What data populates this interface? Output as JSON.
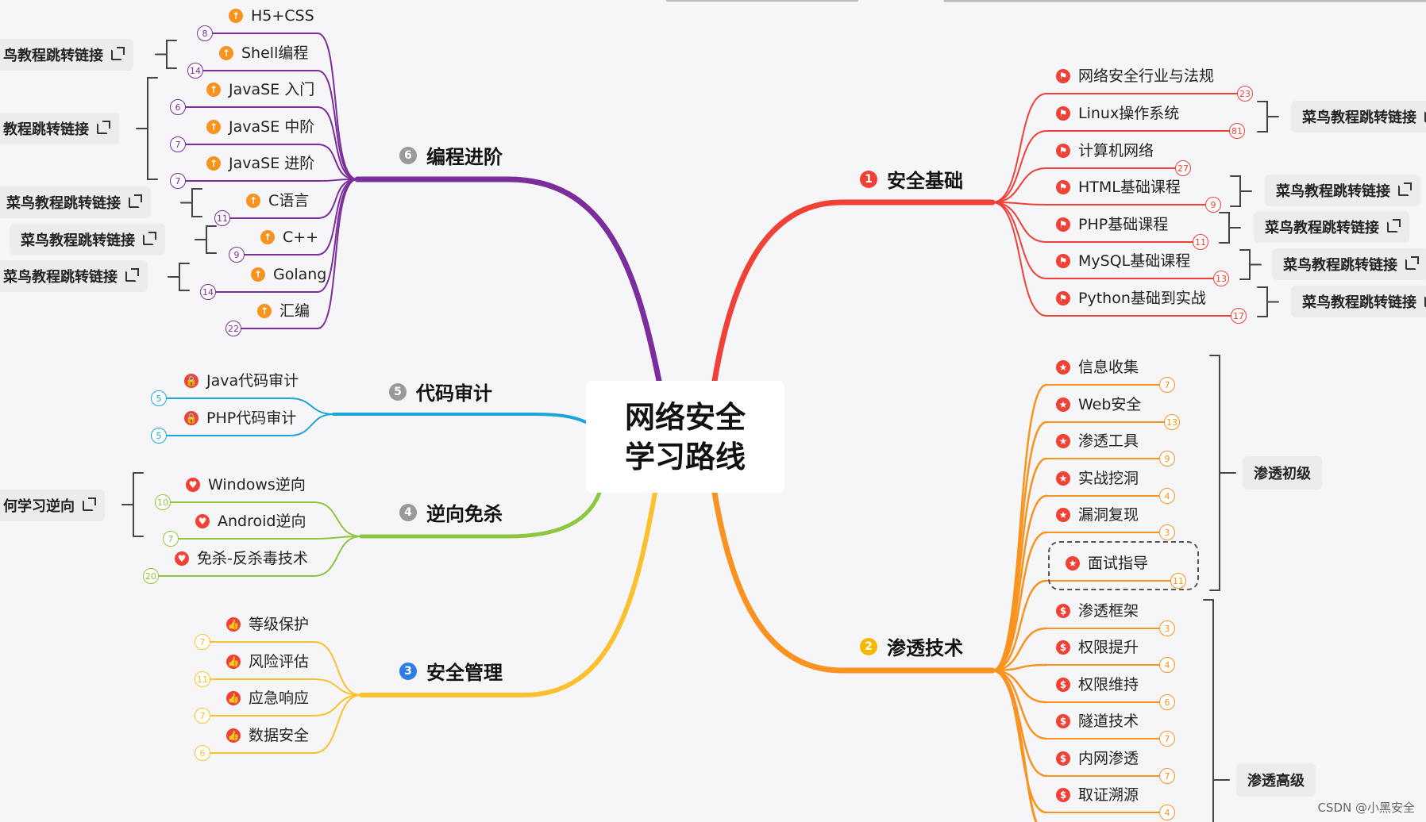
{
  "center": {
    "line1": "网络安全",
    "line2": "学习路线"
  },
  "branches": {
    "b1": {
      "num": "1",
      "title": "安全基础",
      "color": "#ef4136"
    },
    "b2": {
      "num": "2",
      "title": "渗透技术",
      "color": "#f7931e"
    },
    "b3": {
      "num": "3",
      "title": "安全管理",
      "color": "#2b7de9"
    },
    "b4": {
      "num": "4",
      "title": "逆向免杀",
      "color": "#8dc63f"
    },
    "b5": {
      "num": "5",
      "title": "代码审计",
      "color": "#999999"
    },
    "b6": {
      "num": "6",
      "title": "编程进阶",
      "color": "#999999"
    }
  },
  "branch_colors": {
    "b1": "#ef4136",
    "b2": "#f7931e",
    "b3": "#fbc02d",
    "b4": "#8dc63f",
    "b5": "#1aa6d8",
    "b6": "#7b2d9b"
  },
  "items": {
    "b1": [
      {
        "label": "网络安全行业与法规",
        "count": "23"
      },
      {
        "label": "Linux操作系统",
        "count": "81"
      },
      {
        "label": "计算机网络",
        "count": "27"
      },
      {
        "label": "HTML基础课程",
        "count": "9"
      },
      {
        "label": "PHP基础课程",
        "count": "11"
      },
      {
        "label": "MySQL基础课程",
        "count": "13"
      },
      {
        "label": "Python基础到实战",
        "count": "17"
      }
    ],
    "b2a": [
      {
        "label": "信息收集",
        "count": "7"
      },
      {
        "label": "Web安全",
        "count": "13"
      },
      {
        "label": "渗透工具",
        "count": "9"
      },
      {
        "label": "实战挖洞",
        "count": "4"
      },
      {
        "label": "漏洞复现",
        "count": "3"
      },
      {
        "label": "面试指导",
        "count": "11"
      }
    ],
    "b2b": [
      {
        "label": "渗透框架",
        "count": "3"
      },
      {
        "label": "权限提升",
        "count": "4"
      },
      {
        "label": "权限维持",
        "count": "6"
      },
      {
        "label": "隧道技术",
        "count": "7"
      },
      {
        "label": "内网渗透",
        "count": "7"
      },
      {
        "label": "取证溯源",
        "count": "4"
      }
    ],
    "b3": [
      {
        "label": "等级保护",
        "count": "7"
      },
      {
        "label": "风险评估",
        "count": "11"
      },
      {
        "label": "应急响应",
        "count": "7"
      },
      {
        "label": "数据安全",
        "count": "6"
      }
    ],
    "b4": [
      {
        "label": "Windows逆向",
        "count": "10"
      },
      {
        "label": "Android逆向",
        "count": "7"
      },
      {
        "label": "免杀-反杀毒技术",
        "count": "20"
      }
    ],
    "b5": [
      {
        "label": "Java代码审计",
        "count": "5"
      },
      {
        "label": "PHP代码审计",
        "count": "5"
      }
    ],
    "b6": [
      {
        "label": "H5+CSS",
        "count": "8"
      },
      {
        "label": "Shell编程",
        "count": "14"
      },
      {
        "label": "JavaSE 入门",
        "count": "6"
      },
      {
        "label": "JavaSE 中阶",
        "count": "7"
      },
      {
        "label": "JavaSE 进阶",
        "count": "7"
      },
      {
        "label": "C语言",
        "count": "11"
      },
      {
        "label": "C++",
        "count": "9"
      },
      {
        "label": "Golang",
        "count": "14"
      },
      {
        "label": "汇编",
        "count": "22"
      }
    ]
  },
  "links": {
    "r_linux": "菜鸟教程跳转链接",
    "r_html": "菜鸟教程跳转链接",
    "r_php": "菜鸟教程跳转链接",
    "r_mysql": "菜鸟教程跳转链接",
    "r_python": "菜鸟教程跳转链接",
    "l_shell": "鸟教程跳转链接",
    "l_javase": "教程跳转链接",
    "l_c": "菜鸟教程跳转链接",
    "l_cpp": "菜鸟教程跳转链接",
    "l_golang": "菜鸟教程跳转链接",
    "l_reverse": "何学习逆向"
  },
  "tags": {
    "t1": "渗透初级",
    "t2": "渗透高级"
  },
  "watermark": "CSDN @小黑安全",
  "icons": {
    "b1": "flag-icon",
    "b2a": "star-icon",
    "b2b": "dollar-icon",
    "b3": "thumbs-up-icon",
    "b4": "heart-icon",
    "b5": "lock-icon",
    "b6": "arrow-up-icon"
  }
}
